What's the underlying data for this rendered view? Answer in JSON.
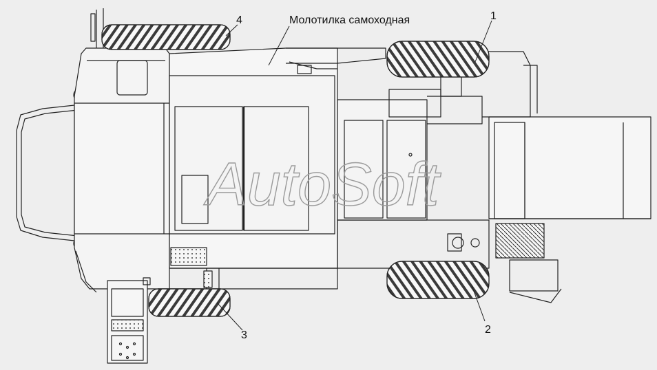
{
  "figure": {
    "title": "Молотилка самоходная",
    "callouts": [
      {
        "id": "1",
        "label": "1"
      },
      {
        "id": "2",
        "label": "2"
      },
      {
        "id": "3",
        "label": "3"
      },
      {
        "id": "4",
        "label": "4"
      }
    ],
    "watermark": "AutoSoft"
  },
  "colors": {
    "background": "#eeeeee",
    "line": "#222222",
    "panel": "#f4f4f4",
    "watermark": "#9a9a9a"
  }
}
